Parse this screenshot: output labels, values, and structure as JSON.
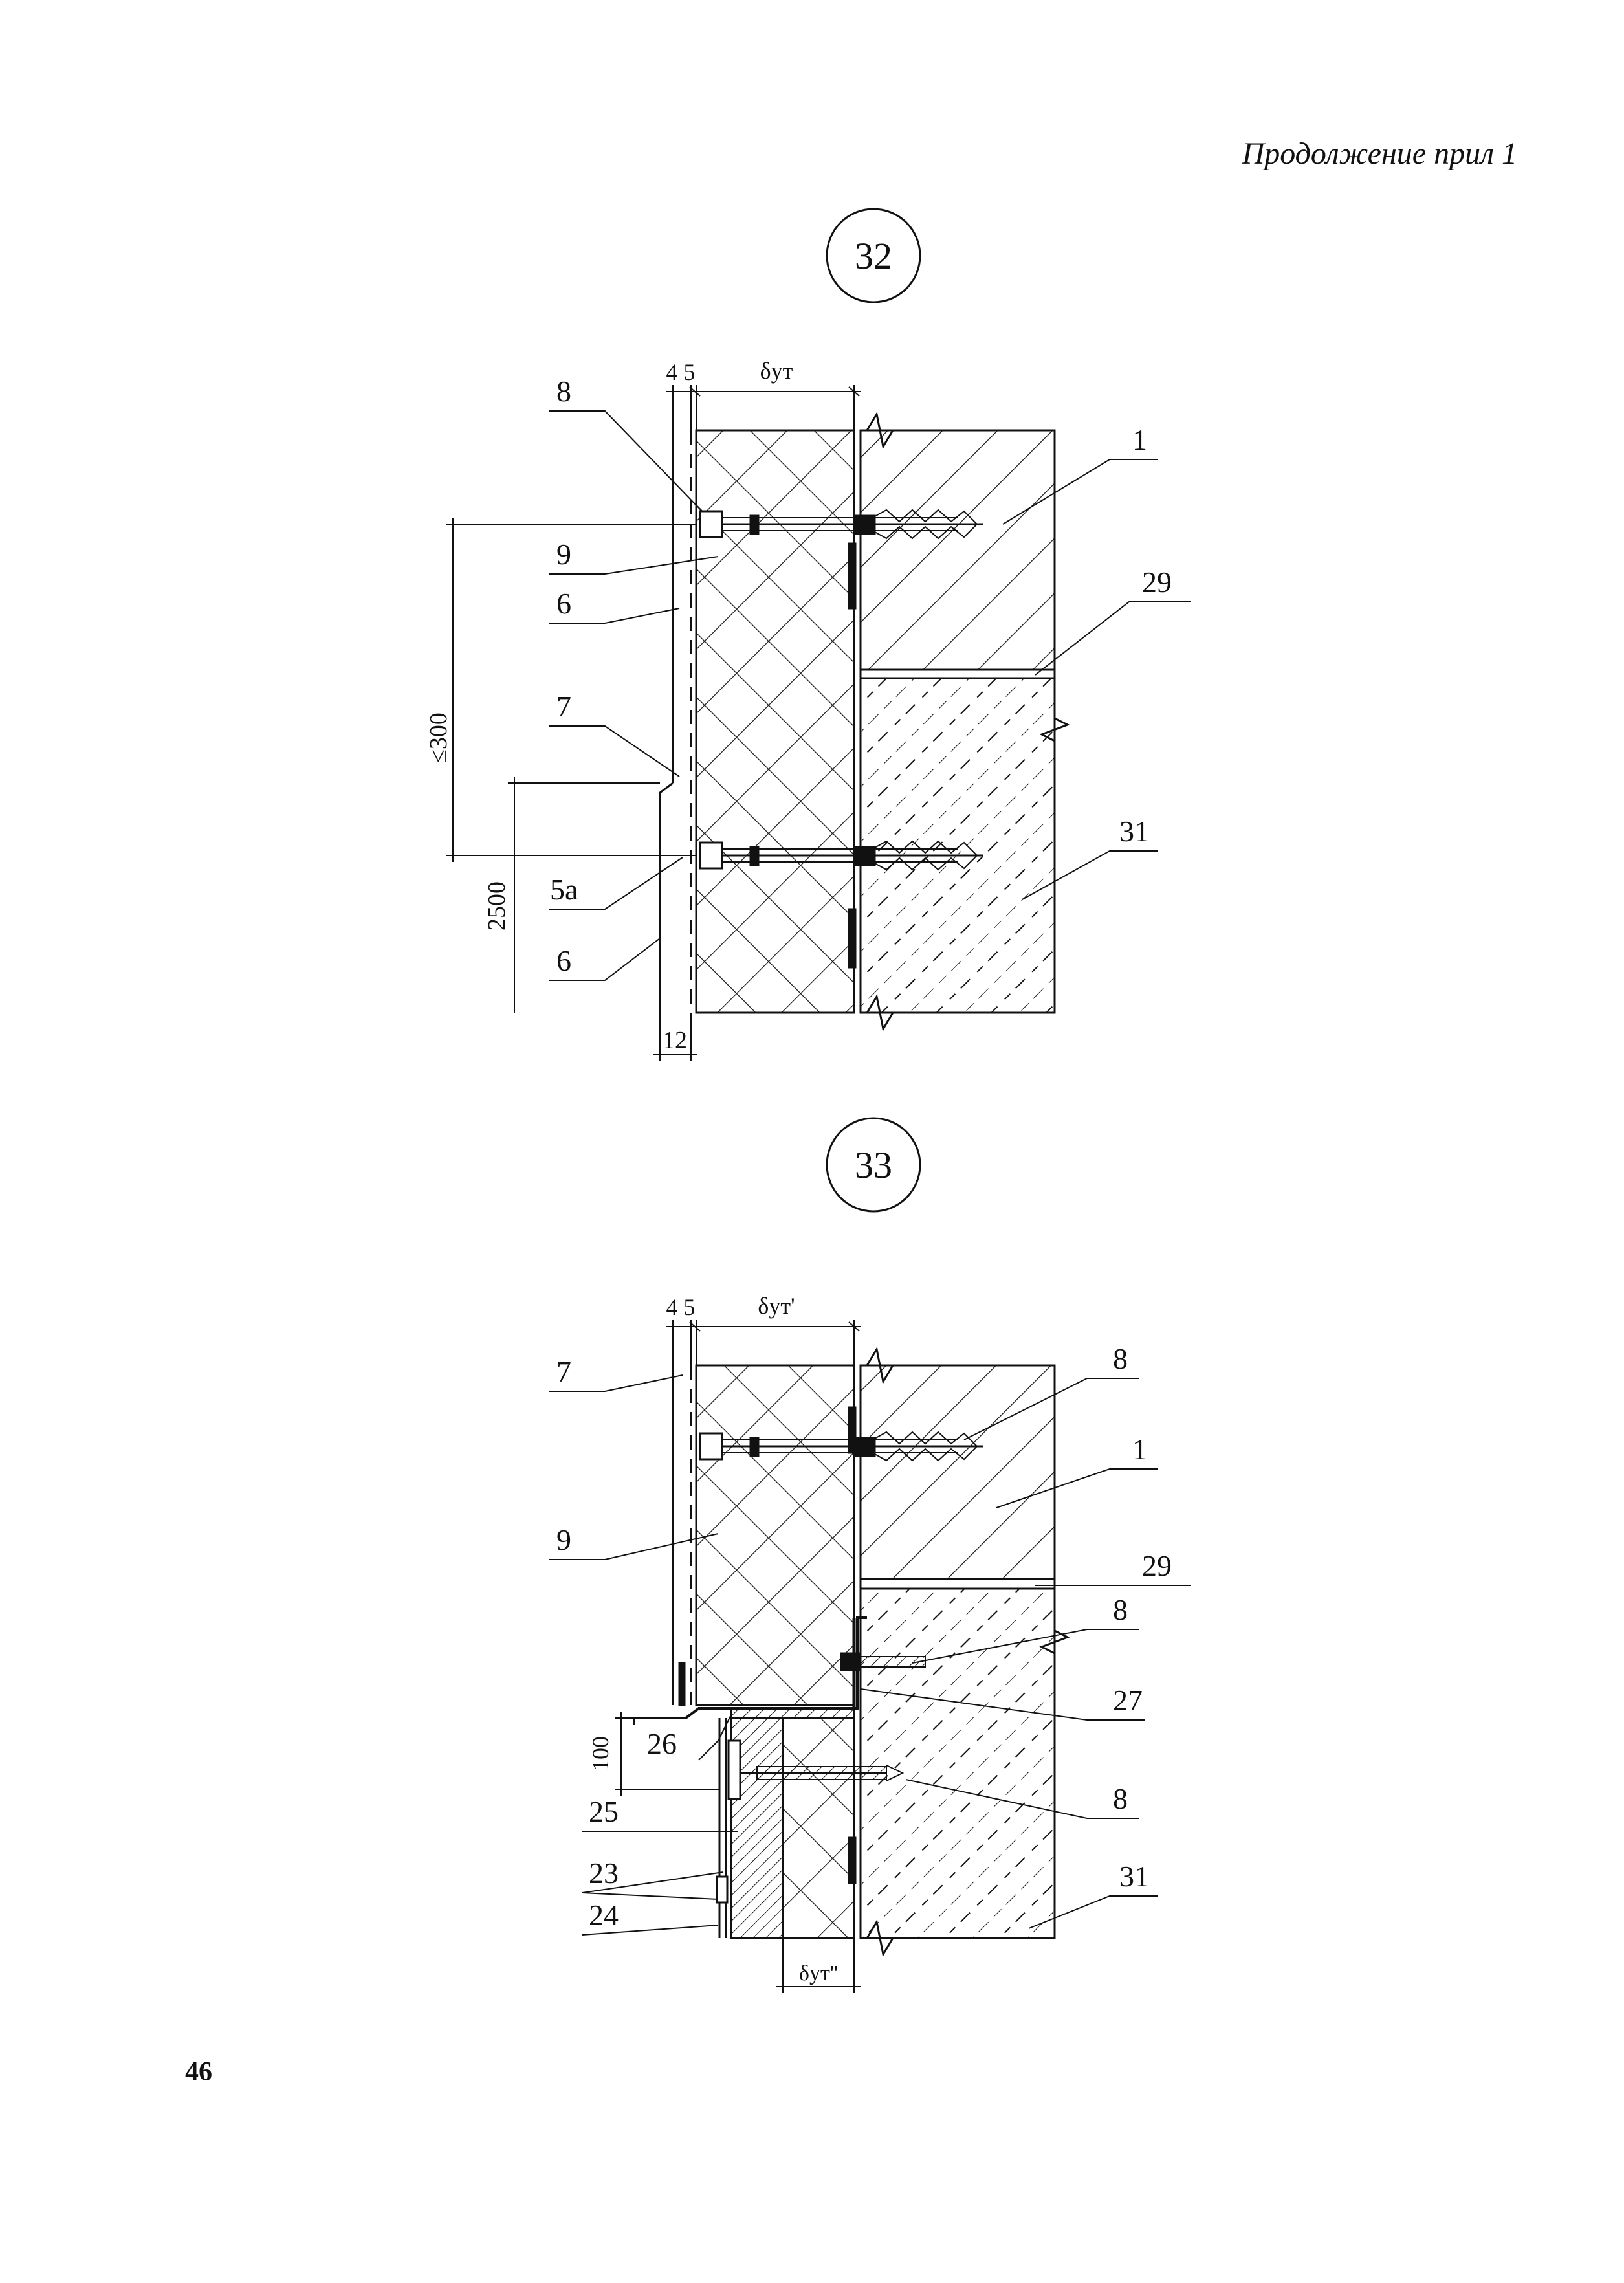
{
  "header": {
    "text": "Продолжение прил  1"
  },
  "page_number": "46",
  "details": [
    {
      "id": "32",
      "dims": {
        "layers": "4 5",
        "thickness": "δут",
        "spacing": "≤300",
        "height": "2500",
        "width": "12"
      },
      "labels": [
        "8",
        "9",
        "6",
        "7",
        "5а",
        "6",
        "1",
        "29",
        "31"
      ]
    },
    {
      "id": "33",
      "dims": {
        "layers": "4 5",
        "thickness_top": "δут'",
        "offset": "100",
        "thickness_bottom": "δут''"
      },
      "labels": [
        "7",
        "9",
        "8",
        "1",
        "29",
        "8",
        "27",
        "26",
        "8",
        "25",
        "23",
        "24",
        "31"
      ]
    }
  ],
  "colors": {
    "line": "#111111",
    "paper": "#ffffff"
  }
}
